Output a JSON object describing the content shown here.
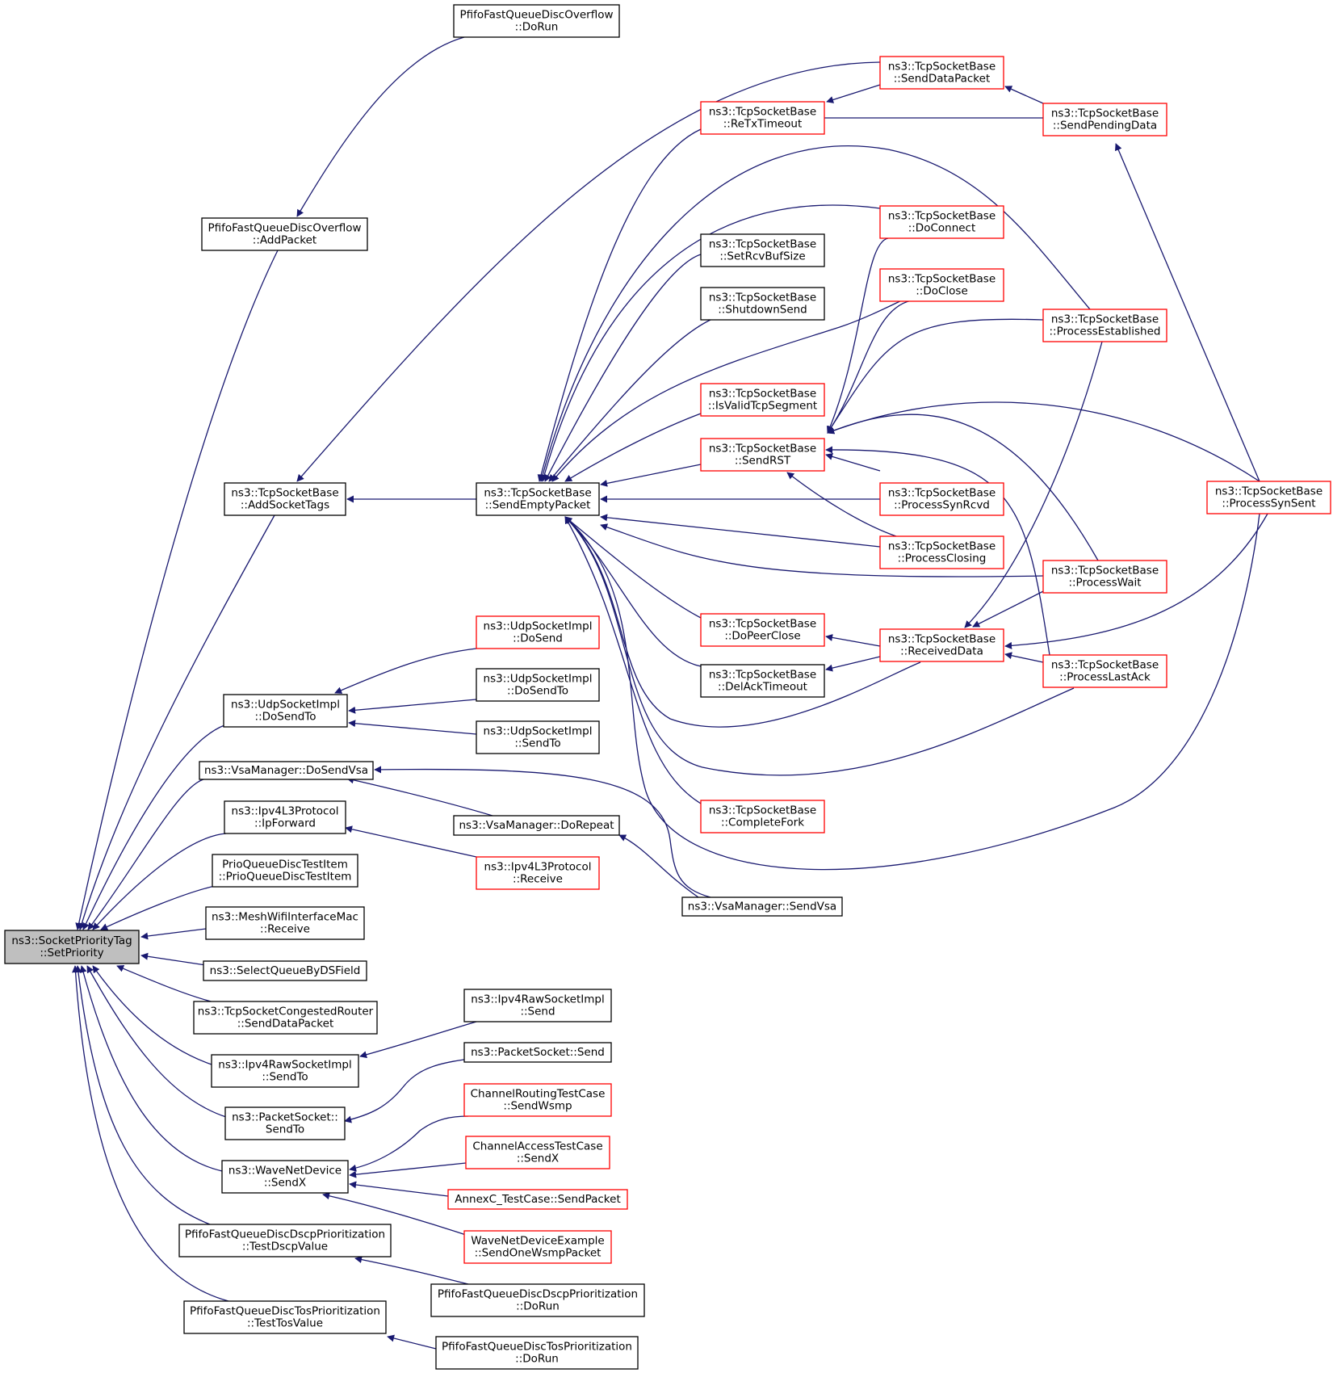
{
  "colors": {
    "edge": "#191970",
    "border_normal": "#000000",
    "border_highlight": "#ff0000",
    "root_fill": "#bfbfbf",
    "node_fill": "#ffffff"
  },
  "nodes": [
    {
      "id": "root",
      "lines": [
        "ns3::SocketPriorityTag",
        "::SetPriority"
      ],
      "kind": "root"
    },
    {
      "id": "pfofAdd",
      "lines": [
        "PfifoFastQueueDiscOverflow",
        "::AddPacket"
      ],
      "kind": "normal"
    },
    {
      "id": "pfofRun",
      "lines": [
        "PfifoFastQueueDiscOverflow",
        "::DoRun"
      ],
      "kind": "normal"
    },
    {
      "id": "addTags",
      "lines": [
        "ns3::TcpSocketBase",
        "::AddSocketTags"
      ],
      "kind": "normal"
    },
    {
      "id": "sendEmpty",
      "lines": [
        "ns3::TcpSocketBase",
        "::SendEmptyPacket"
      ],
      "kind": "normal"
    },
    {
      "id": "sendData",
      "lines": [
        "ns3::TcpSocketBase",
        "::SendDataPacket"
      ],
      "kind": "highlight"
    },
    {
      "id": "reTx",
      "lines": [
        "ns3::TcpSocketBase",
        "::ReTxTimeout"
      ],
      "kind": "highlight"
    },
    {
      "id": "sendPending",
      "lines": [
        "ns3::TcpSocketBase",
        "::SendPendingData"
      ],
      "kind": "highlight"
    },
    {
      "id": "doConnect",
      "lines": [
        "ns3::TcpSocketBase",
        "::DoConnect"
      ],
      "kind": "highlight"
    },
    {
      "id": "setRcv",
      "lines": [
        "ns3::TcpSocketBase",
        "::SetRcvBufSize"
      ],
      "kind": "normal"
    },
    {
      "id": "shutdown",
      "lines": [
        "ns3::TcpSocketBase",
        "::ShutdownSend"
      ],
      "kind": "normal"
    },
    {
      "id": "doClose",
      "lines": [
        "ns3::TcpSocketBase",
        "::DoClose"
      ],
      "kind": "highlight"
    },
    {
      "id": "procEst",
      "lines": [
        "ns3::TcpSocketBase",
        "::ProcessEstablished"
      ],
      "kind": "highlight"
    },
    {
      "id": "isValid",
      "lines": [
        "ns3::TcpSocketBase",
        "::IsValidTcpSegment"
      ],
      "kind": "highlight"
    },
    {
      "id": "sendRst",
      "lines": [
        "ns3::TcpSocketBase",
        "::SendRST"
      ],
      "kind": "highlight"
    },
    {
      "id": "procSynRcvd",
      "lines": [
        "ns3::TcpSocketBase",
        "::ProcessSynRcvd"
      ],
      "kind": "highlight"
    },
    {
      "id": "procSynSent",
      "lines": [
        "ns3::TcpSocketBase",
        "::ProcessSynSent"
      ],
      "kind": "highlight"
    },
    {
      "id": "procClosing",
      "lines": [
        "ns3::TcpSocketBase",
        "::ProcessClosing"
      ],
      "kind": "highlight"
    },
    {
      "id": "procWait",
      "lines": [
        "ns3::TcpSocketBase",
        "::ProcessWait"
      ],
      "kind": "highlight"
    },
    {
      "id": "doPeerClose",
      "lines": [
        "ns3::TcpSocketBase",
        "::DoPeerClose"
      ],
      "kind": "highlight"
    },
    {
      "id": "recvData",
      "lines": [
        "ns3::TcpSocketBase",
        "::ReceivedData"
      ],
      "kind": "highlight"
    },
    {
      "id": "delAck",
      "lines": [
        "ns3::TcpSocketBase",
        "::DelAckTimeout"
      ],
      "kind": "normal"
    },
    {
      "id": "procLastAck",
      "lines": [
        "ns3::TcpSocketBase",
        "::ProcessLastAck"
      ],
      "kind": "highlight"
    },
    {
      "id": "completeFork",
      "lines": [
        "ns3::TcpSocketBase",
        "::CompleteFork"
      ],
      "kind": "highlight"
    },
    {
      "id": "udpDoSendTo",
      "lines": [
        "ns3::UdpSocketImpl",
        "::DoSendTo"
      ],
      "kind": "normal"
    },
    {
      "id": "udpDoSend",
      "lines": [
        "ns3::UdpSocketImpl",
        "::DoSend"
      ],
      "kind": "highlight"
    },
    {
      "id": "udpDoSendTo2",
      "lines": [
        "ns3::UdpSocketImpl",
        "::DoSendTo"
      ],
      "kind": "normal"
    },
    {
      "id": "udpSendTo",
      "lines": [
        "ns3::UdpSocketImpl",
        "::SendTo"
      ],
      "kind": "normal"
    },
    {
      "id": "vsaDoSend",
      "lines": [
        "ns3::VsaManager::DoSendVsa"
      ],
      "kind": "normal"
    },
    {
      "id": "vsaDoRepeat",
      "lines": [
        "ns3::VsaManager::DoRepeat"
      ],
      "kind": "normal"
    },
    {
      "id": "vsaSend",
      "lines": [
        "ns3::VsaManager::SendVsa"
      ],
      "kind": "normal"
    },
    {
      "id": "ipFwd",
      "lines": [
        "ns3::Ipv4L3Protocol",
        "::IpForward"
      ],
      "kind": "normal"
    },
    {
      "id": "ipRecv",
      "lines": [
        "ns3::Ipv4L3Protocol",
        "::Receive"
      ],
      "kind": "highlight"
    },
    {
      "id": "prioItem",
      "lines": [
        "PrioQueueDiscTestItem",
        "::PrioQueueDiscTestItem"
      ],
      "kind": "normal"
    },
    {
      "id": "meshRecv",
      "lines": [
        "ns3::MeshWifiInterfaceMac",
        "::Receive"
      ],
      "kind": "normal"
    },
    {
      "id": "selectQ",
      "lines": [
        "ns3::SelectQueueByDSField"
      ],
      "kind": "normal"
    },
    {
      "id": "tcpCong",
      "lines": [
        "ns3::TcpSocketCongestedRouter",
        "::SendDataPacket"
      ],
      "kind": "normal"
    },
    {
      "id": "rawSendTo",
      "lines": [
        "ns3::Ipv4RawSocketImpl",
        "::SendTo"
      ],
      "kind": "normal"
    },
    {
      "id": "rawSend",
      "lines": [
        "ns3::Ipv4RawSocketImpl",
        "::Send"
      ],
      "kind": "normal"
    },
    {
      "id": "pktSendTo",
      "lines": [
        "ns3::PacketSocket::",
        "SendTo"
      ],
      "kind": "normal"
    },
    {
      "id": "pktSend",
      "lines": [
        "ns3::PacketSocket::Send"
      ],
      "kind": "normal"
    },
    {
      "id": "waveSendX",
      "lines": [
        "ns3::WaveNetDevice",
        "::SendX"
      ],
      "kind": "normal"
    },
    {
      "id": "chRouting",
      "lines": [
        "ChannelRoutingTestCase",
        "::SendWsmp"
      ],
      "kind": "highlight"
    },
    {
      "id": "chAccess",
      "lines": [
        "ChannelAccessTestCase",
        "::SendX"
      ],
      "kind": "highlight"
    },
    {
      "id": "annexC",
      "lines": [
        "AnnexC_TestCase::SendPacket"
      ],
      "kind": "highlight"
    },
    {
      "id": "waveEx",
      "lines": [
        "WaveNetDeviceExample",
        "::SendOneWsmpPacket"
      ],
      "kind": "highlight"
    },
    {
      "id": "dscpTest",
      "lines": [
        "PfifoFastQueueDiscDscpPrioritization",
        "::TestDscpValue"
      ],
      "kind": "normal"
    },
    {
      "id": "dscpRun",
      "lines": [
        "PfifoFastQueueDiscDscpPrioritization",
        "::DoRun"
      ],
      "kind": "normal"
    },
    {
      "id": "tosTest",
      "lines": [
        "PfifoFastQueueDiscTosPrioritization",
        "::TestTosValue"
      ],
      "kind": "normal"
    },
    {
      "id": "tosRun",
      "lines": [
        "PfifoFastQueueDiscTosPrioritization",
        "::DoRun"
      ],
      "kind": "normal"
    }
  ]
}
